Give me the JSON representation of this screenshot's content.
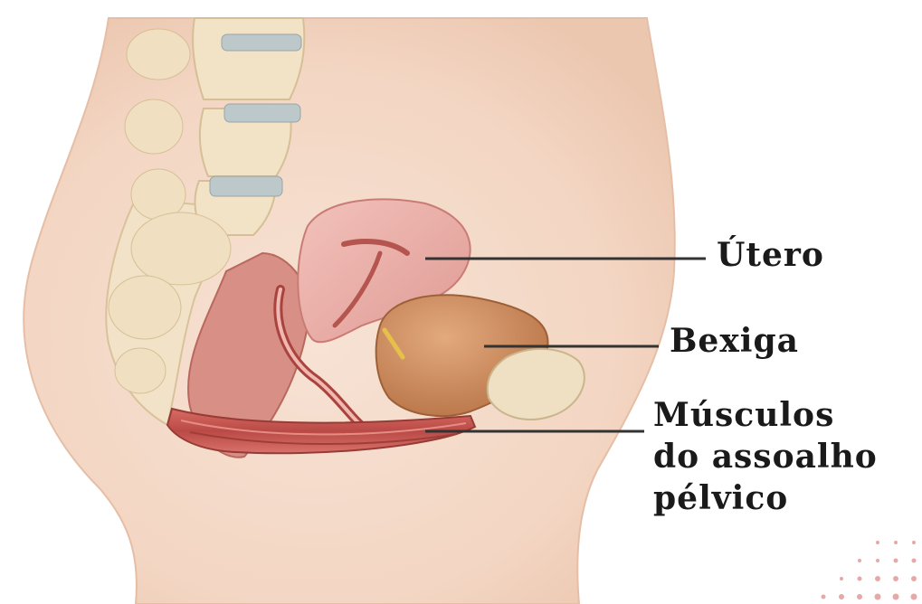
{
  "labels": {
    "utero": "Útero",
    "bexiga": "Bexiga",
    "musculos": [
      "Músculos",
      "do assoalho",
      "pélvico"
    ]
  },
  "colors": {
    "skin": "#f5dccb",
    "spine": "#f1e2c6",
    "disc": "#b9c5c6",
    "uterus": "#e8a9a3",
    "bladder": "#c98a5e",
    "muscle": "#c75a55",
    "rectum": "#b9564e",
    "leader": "#333333"
  }
}
